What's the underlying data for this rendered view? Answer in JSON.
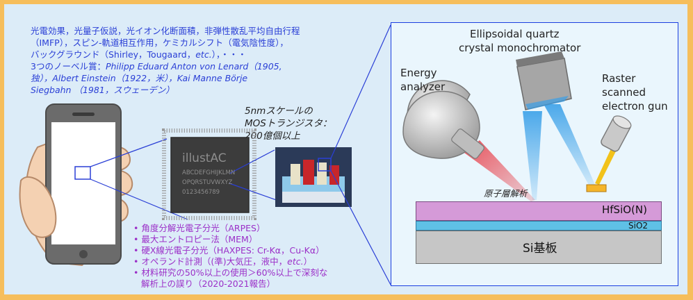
{
  "top_text": {
    "line1": "光電効果，光量子仮説，光イオン化断面積，非弾性散乱平均自由行程",
    "line2": "（IMFP），スピン-軌道相互作用，ケミカルシフト（電気陰性度），",
    "line3_a": "バックグラウンド（Shirley，Tougaard，",
    "line3_etc": "etc.",
    "line3_b": "），・・・",
    "line4_a": "3つのノーベル賞：",
    "line4_b": "Philipp Eduard Anton von Lenard（1905,",
    "line5": "独），Albert Einstein（1922，米），Kai Manne Börje",
    "line6": "Siegbahn （1981，スウェーデン）"
  },
  "transistor_caption": {
    "line1": "5nmスケールの",
    "line2": "MOSトランジスタ：",
    "line3": "200億個以上"
  },
  "chip": {
    "brand": "illustAC",
    "row1": "ABCDEFGHIJKLMN",
    "row2": "OPQRSTUVWXYZ",
    "row3": "0123456789"
  },
  "bullets": [
    {
      "text": "角度分解光電子分光（ARPES）"
    },
    {
      "text": "最大エントロピー法（MEM）"
    },
    {
      "text": "硬X線光電子分光（HAXPES: Cr-Kα，Cu-Kα）"
    },
    {
      "text_a": "オペランド計測（(準)大気圧，液中，",
      "etc": "etc.",
      "text_b": "）"
    },
    {
      "text": "材料研究の50%以上の使用＞60%以上で深刻な"
    },
    {
      "text": "解析上の誤り（2020-2021報告）"
    }
  ],
  "apparatus": {
    "monochromator_1": "Ellipsoidal quartz",
    "monochromator_2": "crystal monochromator",
    "analyzer_1": "Energy",
    "analyzer_2": "analyzer",
    "gun_1": "Raster",
    "gun_2": "scanned",
    "gun_3": "electron gun",
    "atomic_layer": "原子層解析"
  },
  "layers": {
    "hfsio": "HfSiO(N)",
    "sio2": "SiO2",
    "si": "Si基板"
  },
  "colors": {
    "background": "#f6be5c",
    "panel": "#dcecf8",
    "accent_blue": "#2a3fd6",
    "bullet_purple": "#9b2fc8",
    "hfsio_layer": "#d59ad8",
    "sio2_layer": "#5fc1e6",
    "si_layer": "#c6c6c6"
  }
}
